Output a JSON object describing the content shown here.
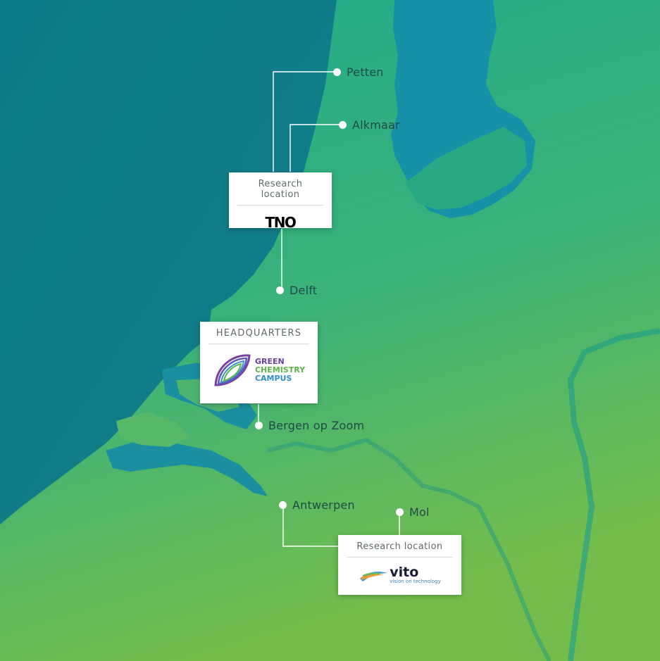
{
  "colors": {
    "sea": "#0f7f8a",
    "land_top": "#22a883",
    "land_bottom": "#6ebb4d",
    "water_inland": "#1a92a6",
    "connector": "#ffffff",
    "label": "#1f4a48"
  },
  "cities": {
    "petten": "Petten",
    "alkmaar": "Alkmaar",
    "delft": "Delft",
    "bergen_op_zoom": "Bergen op Zoom",
    "antwerpen": "Antwerpen",
    "mol": "Mol"
  },
  "cards": {
    "tno": {
      "title": "Research location",
      "logo_text": "TNO"
    },
    "hq": {
      "title": "HEADQUARTERS",
      "logo_line1": "GREEN",
      "logo_line2": "CHEMISTRY",
      "logo_line3": "CAMPUS"
    },
    "vito": {
      "title": "Research location",
      "logo_text": "vito",
      "tagline": "vision on technology"
    }
  }
}
